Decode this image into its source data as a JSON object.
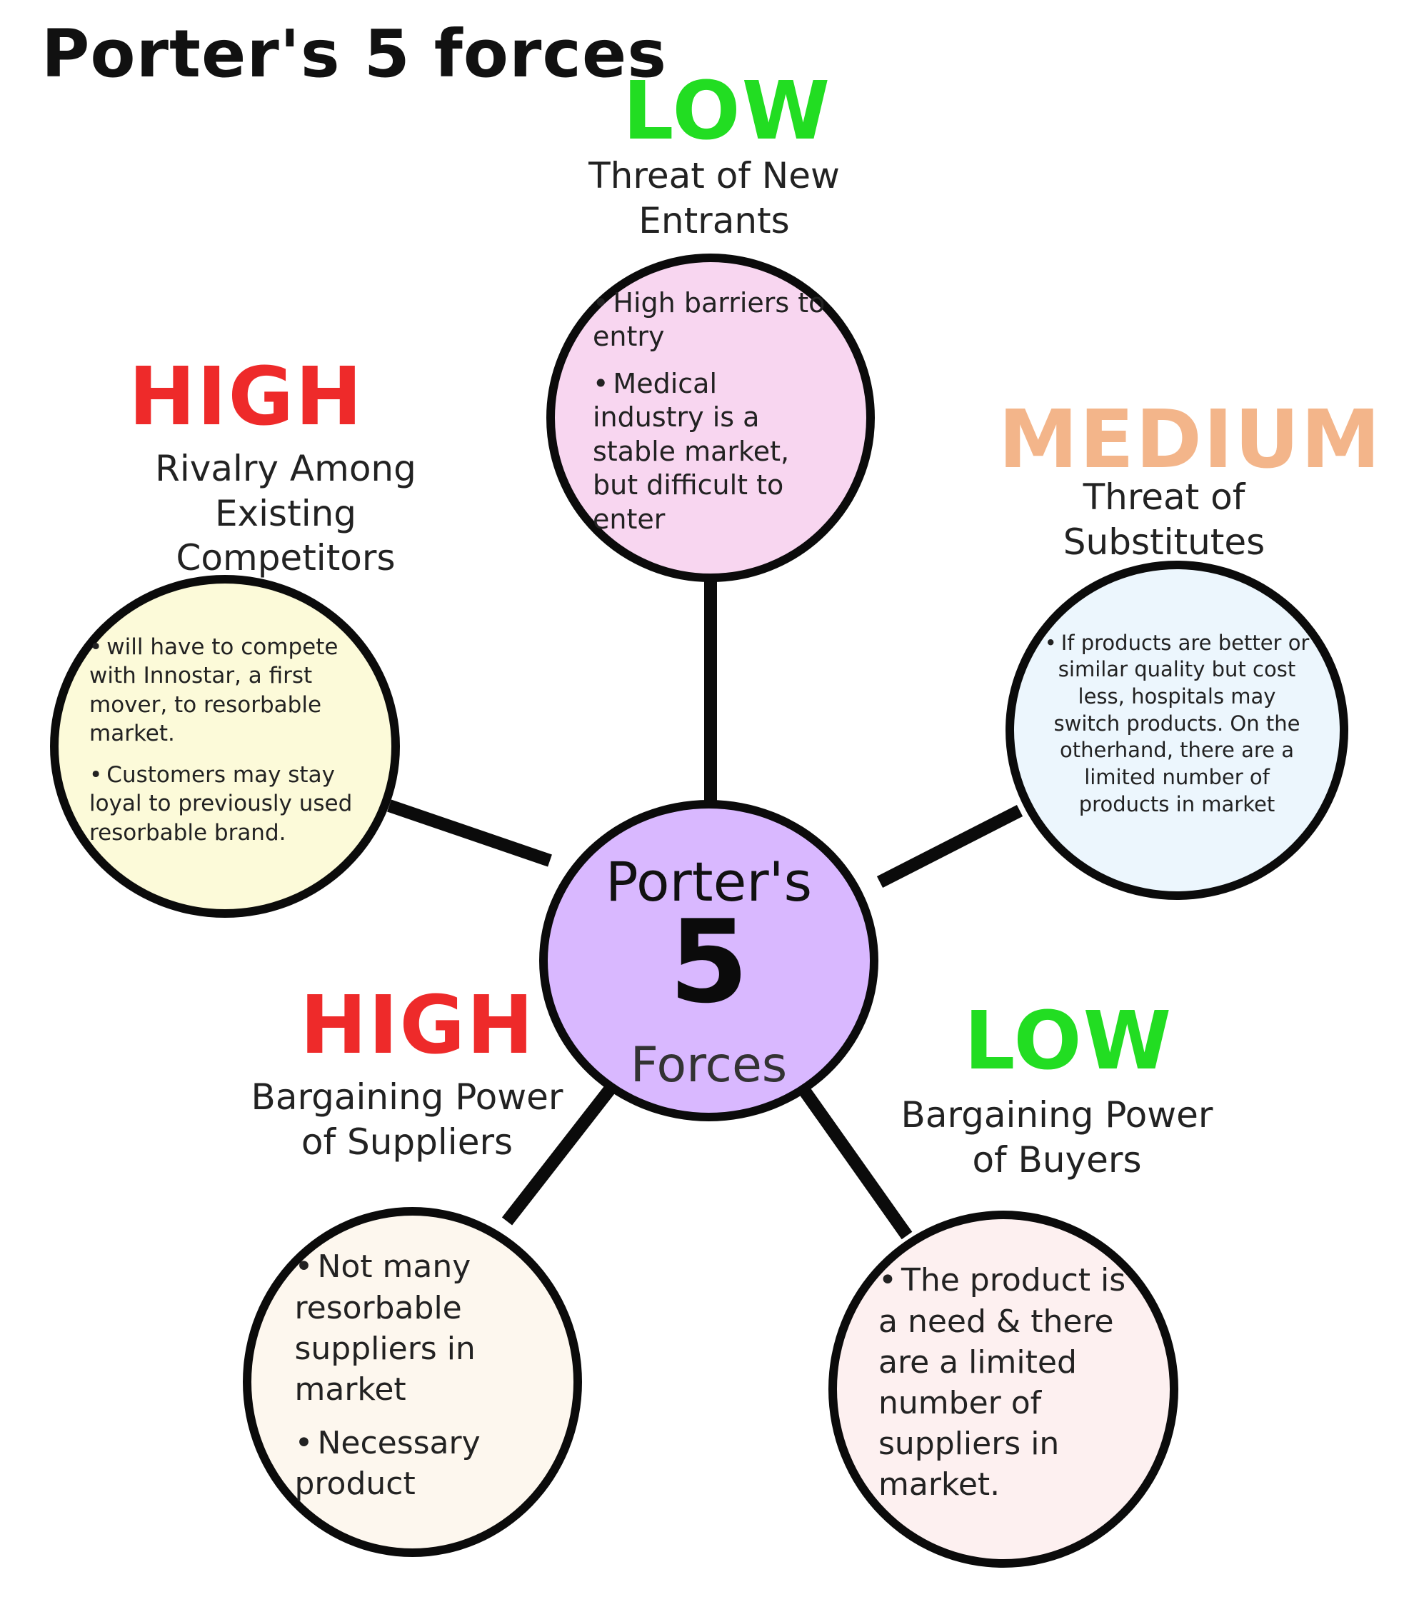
{
  "title": "Porter's 5 forces",
  "center": {
    "line1": "Porter's",
    "number": "5",
    "line2": "Forces"
  },
  "forces": {
    "new_entrants": {
      "level": "LOW",
      "label": "Threat of New Entrants",
      "bullets": [
        "High barriers to entry",
        "Medical industry is a stable market, but difficult to enter"
      ],
      "fill": "#f8d6f0"
    },
    "substitutes": {
      "level": "MEDIUM",
      "label": "Threat of Substitutes",
      "bullets": [
        "If products are better or similar quality but cost less, hospitals may switch products. On the otherhand, there are a limited number of products in market"
      ],
      "fill": "#ecf6fd"
    },
    "buyers": {
      "level": "LOW",
      "label": "Bargaining Power of Buyers",
      "bullets": [
        "The product is a need & there are a limited number of suppliers in market."
      ],
      "fill": "#fdf0f0"
    },
    "suppliers": {
      "level": "HIGH",
      "label": "Bargaining Power of Suppliers",
      "bullets": [
        "Not many resorbable suppliers in market",
        "Necessary product"
      ],
      "fill": "#fdf7ee"
    },
    "rivalry": {
      "level": "HIGH",
      "label": "Rivalry Among Existing Competitors",
      "bullets": [
        "will have to compete with Innostar, a first mover, to resorbable market.",
        "Customers may stay loyal to previously used resorbable brand."
      ],
      "fill": "#fcfad9"
    }
  },
  "colors": {
    "low": "#22dd22",
    "high": "#ee2a2a",
    "medium": "#f3b58a",
    "center": "#d9b8ff",
    "outline": "#0b0b0b"
  }
}
